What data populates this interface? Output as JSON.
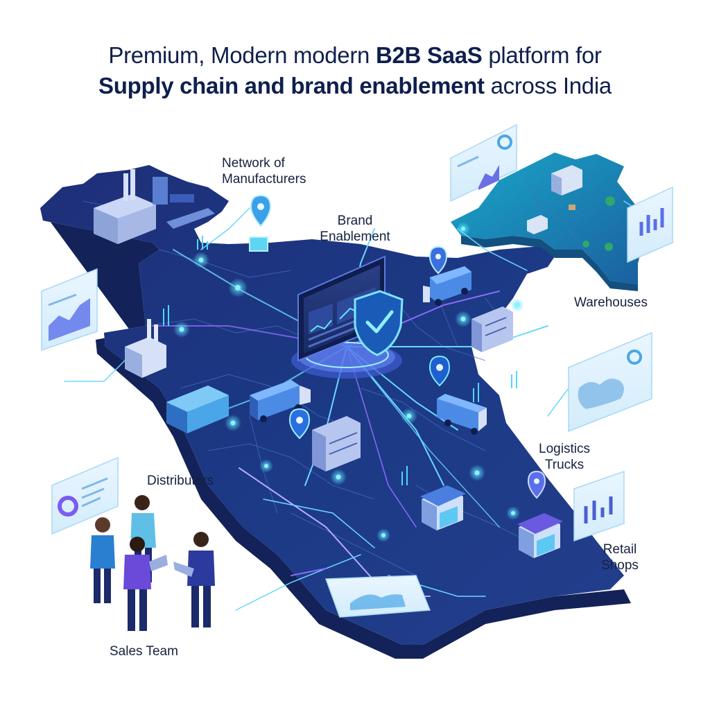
{
  "title": {
    "line1_pre": "Premium, Modern modern ",
    "line1_bold": "B2B SaaS",
    "line1_post": " platform for",
    "line2_bold": "Supply chain and brand enablement",
    "line2_post": " across India"
  },
  "labels": {
    "manufacturers_1": "Network of",
    "manufacturers_2": "Manufacturers",
    "brand_1": "Brand",
    "brand_2": "Enablement",
    "warehouses": "Warehouses",
    "logistics_1": "Logistics",
    "logistics_2": "Trucks",
    "distributors": "Distributors",
    "retail_1": "Retail",
    "retail_2": "Shops",
    "sales": "Sales Team"
  },
  "colors": {
    "map_dark": "#1b2a6b",
    "map_mid": "#23418f",
    "map_teal": "#1e7fb0",
    "accent": "#35d6f2",
    "violet": "#7b5cf0",
    "text": "#15213f"
  },
  "icons": [
    "factory-icon",
    "warehouse-icon",
    "truck-icon",
    "shop-icon",
    "shield-check-icon",
    "location-pin-icon",
    "dashboard-screen-icon",
    "analytics-panel-icon",
    "person-icon"
  ]
}
